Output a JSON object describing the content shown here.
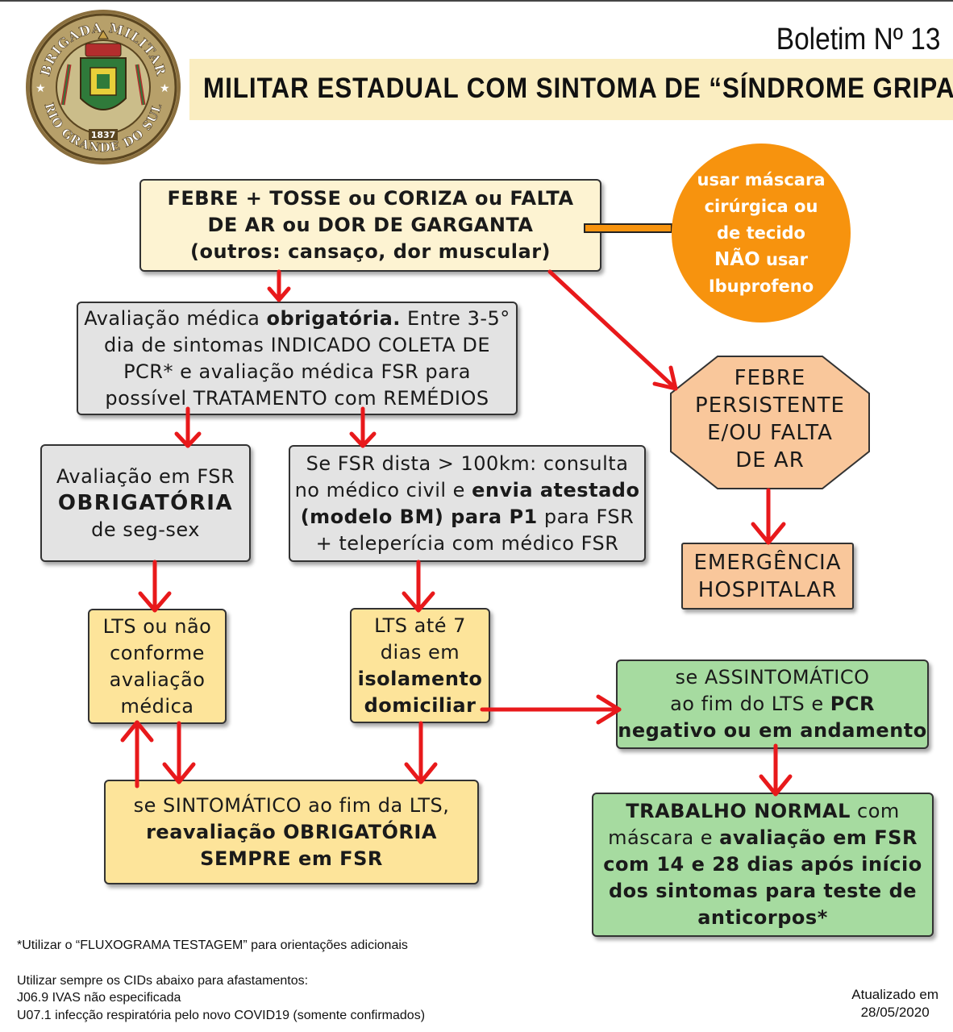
{
  "header": {
    "bulletin": "Boletim Nº 13",
    "title": "MILITAR ESTADUAL COM SINTOMA DE “SÍNDROME GRIPAL”"
  },
  "seal": {
    "top_text": "BRIGADA MILITAR",
    "bottom_text": "RIO GRANDE DO SUL",
    "year": "1837"
  },
  "flow": {
    "symptoms": {
      "line1": "FEBRE + TOSSE ou CORIZA ou FALTA",
      "line2": "DE AR ou DOR DE GARGANTA",
      "line3": "(outros: cansaço, dor muscular)"
    },
    "mask_note": {
      "line1": "usar máscara",
      "line2": "cirúrgica ou",
      "line3": "de tecido",
      "line4_bold": "NÃO",
      "line4_rest": " usar",
      "line5": "Ibuprofeno"
    },
    "medical_eval": {
      "l1a": "Avaliação médica ",
      "l1b": "obrigatória.",
      "l1c": " Entre 3-5°",
      "l2": "dia de sintomas INDICADO COLETA DE",
      "l3": "PCR* e avaliação médica FSR para",
      "l4": "possível TRATAMENTO com REMÉDIOS"
    },
    "fsr_eval": {
      "l1": "Avaliação em FSR",
      "l2": "OBRIGATÓRIA",
      "l3": "de seg-sex"
    },
    "distance": {
      "l1": "Se FSR dista > 100km: consulta",
      "l2a": "no médico civil e ",
      "l2b": "envia atestado",
      "l3a": "(modelo BM) para P1",
      "l3b": " para FSR",
      "l4": "+ teleperícia com médico FSR"
    },
    "persistent": {
      "l1": "FEBRE",
      "l2": "PERSISTENTE",
      "l3": "E/OU FALTA",
      "l4": "DE AR"
    },
    "emergency": {
      "l1": "EMERGÊNCIA",
      "l2": "HOSPITALAR"
    },
    "lts_or_not": {
      "l1": "LTS ou não",
      "l2": "conforme",
      "l3": "avaliação",
      "l4": "médica"
    },
    "lts_7": {
      "l1": "LTS até 7",
      "l2": "dias em",
      "l3": "isolamento",
      "l4": "domiciliar"
    },
    "asymptomatic": {
      "l1": "se ASSINTOMÁTICO",
      "l2a": "ao fim do LTS e ",
      "l2b": "PCR",
      "l3": "negativo ou em andamento"
    },
    "symptomatic": {
      "l1": "se SINTOMÁTICO ao fim da LTS,",
      "l2": "reavaliação OBRIGATÓRIA",
      "l3": "SEMPRE em FSR"
    },
    "normal_work": {
      "l1a": "TRABALHO NORMAL",
      "l1b": " com",
      "l2a": "máscara e ",
      "l2b": "avaliação em FSR",
      "l3": "com 14 e 28 dias após início",
      "l4": "dos sintomas para teste de",
      "l5": "anticorpos*"
    }
  },
  "footer": {
    "note": "*Utilizar o “FLUXOGRAMA TESTAGEM”  para orientações adicionais",
    "cid_intro": "Utilizar sempre os CIDs abaixo para afastamentos:",
    "cid1": "J06.9 IVAS não especificada",
    "cid2": "U07.1 infecção respiratória pelo novo COVID19 (somente confirmados)",
    "updated_label": "Atualizado em",
    "updated_date": "28/05/2020"
  },
  "colors": {
    "arrow": "#e8191b",
    "orange": "#f7930e",
    "banner": "#faedc0"
  }
}
